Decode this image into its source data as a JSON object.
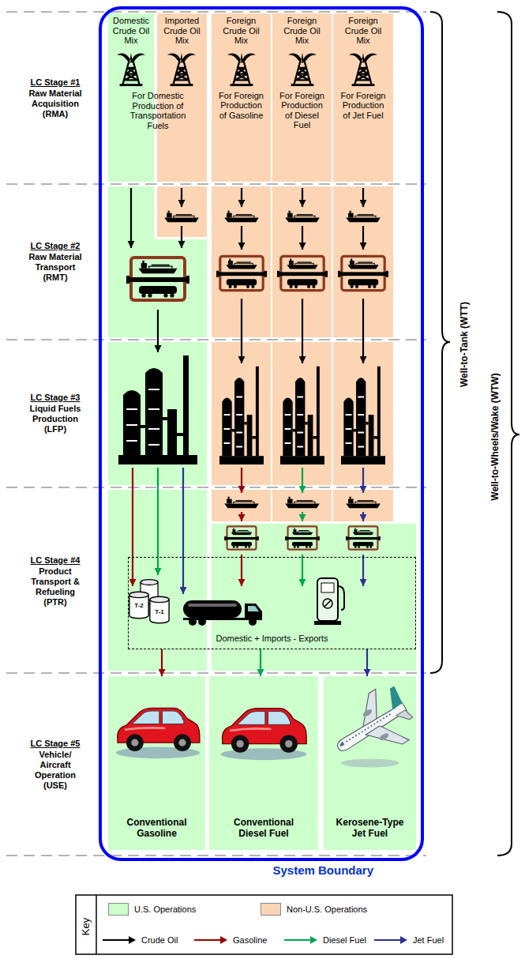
{
  "diagram": {
    "nodes": [
      {
        "text": [
          "System Boundary"
        ]
      },
      {
        "text": [
          "Domestic Crude Oil Mix"
        ],
        "in": 0
      },
      {
        "text": [
          "Imported Crude Oil Mix"
        ],
        "in": 0
      },
      {
        "text": [
          "Foreign Crude Oil Mix",
          "For Foreign Production of Gasoline"
        ],
        "in": 0
      },
      {
        "text": [
          "Foreign Crude Oil Mix",
          "For Foreign Production of Diesel Fuel"
        ],
        "in": 0
      },
      {
        "text": [
          "Foreign Crude Oil Mix",
          "For Foreign Production of Jet Fuel"
        ],
        "in": 0
      },
      {
        "text": [
          "Domestic + Imports - Exports"
        ],
        "in": 0
      },
      {
        "text": [
          "Conventional Gasoline"
        ],
        "in": 0
      },
      {
        "text": [
          "Conventional Diesel Fuel"
        ],
        "in": 0
      },
      {
        "text": [
          "Kerosene-Type Jet Fuel"
        ],
        "in": 0
      }
    ],
    "edges": [
      {
        "from": 6,
        "to": 7,
        "arrow": "to"
      },
      {
        "from": 6,
        "to": 8,
        "arrow": "to"
      },
      {
        "from": 6,
        "to": 9,
        "arrow": "to"
      }
    ],
    "labels": [
      "For Domestic Production of Transportation Fuels",
      "LC Stage #1",
      "Raw Material Acquisition (RMA)",
      "LC Stage #2",
      "Raw Material Transport (RMT)",
      "LC Stage #3",
      "Liquid Fuels Production (LFP)",
      "LC Stage #4",
      "Product Transport & Refueling (PTR)",
      "LC Stage #5",
      "Vehicle/ Aircraft Operation (USE)",
      "T-2",
      "T-1",
      "Well-to-Tank (WTT)",
      "Well-to-Wheels/Wake (WTW)",
      "Key"
    ],
    "legend": [
      {
        "text": "U.S. Operations",
        "color": "#ccffcc"
      },
      {
        "text": "Non-U.S. Operations",
        "color": "#fcd5b4"
      },
      {
        "text": "Crude Oil"
      },
      {
        "text": "Gasoline"
      },
      {
        "text": "Diesel Fuel"
      },
      {
        "text": "Jet Fuel"
      }
    ]
  }
}
